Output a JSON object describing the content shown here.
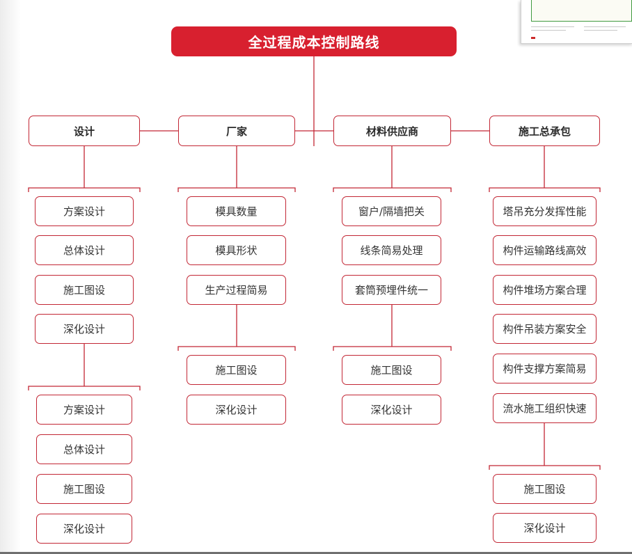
{
  "root": {
    "title": "全过程成本控制路线"
  },
  "colors": {
    "accent": "#d8202f",
    "line": "#c22634"
  },
  "categories": [
    {
      "label": "设计",
      "items": [
        "方案设计",
        "总体设计",
        "施工图设",
        "深化设计"
      ],
      "sub_items": [
        "方案设计",
        "总体设计",
        "施工图设",
        "深化设计"
      ]
    },
    {
      "label": "厂家",
      "items": [
        "模具数量",
        "模具形状",
        "生产过程简易"
      ],
      "sub_items": [
        "施工图设",
        "深化设计"
      ]
    },
    {
      "label": "材料供应商",
      "items": [
        "窗户/隔墙把关",
        "线条简易处理",
        "套筒预埋件统一"
      ],
      "sub_items": [
        "施工图设",
        "深化设计"
      ]
    },
    {
      "label": "施工总承包",
      "items": [
        "塔吊充分发挥性能",
        "构件运输路线高效",
        "构件堆场方案合理",
        "构件吊装方案安全",
        "构件支撑方案简易",
        "流水施工组织快速"
      ],
      "sub_items": [
        "施工图设",
        "深化设计"
      ]
    }
  ]
}
